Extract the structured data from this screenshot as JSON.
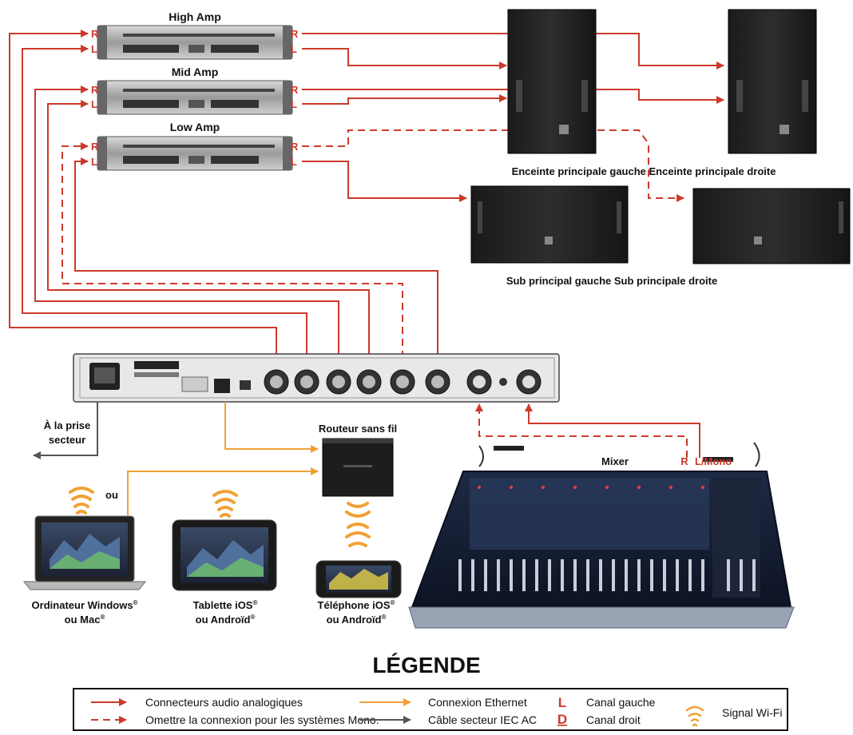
{
  "amps": [
    {
      "name": "High Amp",
      "in_r": "R",
      "in_l": "L",
      "out_r": "R",
      "out_l": "L"
    },
    {
      "name": "Mid Amp",
      "in_r": "R",
      "in_l": "L",
      "out_r": "R",
      "out_l": "L"
    },
    {
      "name": "Low Amp",
      "in_r": "R",
      "in_l": "L",
      "out_r": "R",
      "out_l": "L"
    }
  ],
  "speakers": {
    "main_caption": "Enceinte principale gauche Enceinte principale droite",
    "sub_caption": "Sub principal gauche Sub principale droite"
  },
  "power": {
    "line1": "À la prise",
    "line2": "secteur"
  },
  "router": {
    "label": "Routeur sans fil"
  },
  "or_label": "ou",
  "mixer": {
    "label": "Mixer",
    "r": "R",
    "lmono": "L/Mono"
  },
  "devices": [
    {
      "line1": "Ordinateur Windows",
      "sup1": "®",
      "line2": "ou Mac",
      "sup2": "®"
    },
    {
      "line1": "Tablette iOS",
      "sup1": "®",
      "line2": "ou Androïd",
      "sup2": "®"
    },
    {
      "line1": "Téléphone iOS",
      "sup1": "®",
      "line2": "ou Androïd",
      "sup2": "®"
    }
  ],
  "legend": {
    "title": "LÉGENDE",
    "items": [
      {
        "text": "Connecteurs audio analogiques"
      },
      {
        "text": "Omettre la connexion pour les systèmes Mono."
      },
      {
        "text": "Connexion Ethernet"
      },
      {
        "text": "Câble secteur IEC AC"
      },
      {
        "letter": "L",
        "text": "Canal gauche"
      },
      {
        "letter": "D",
        "text": "Canal droit"
      },
      {
        "text": "Signal Wi-Fi"
      }
    ]
  },
  "colors": {
    "audio": "#cc3a2b",
    "ethernet": "#f0a133",
    "power": "#555555",
    "wifi": "#f0a133"
  }
}
